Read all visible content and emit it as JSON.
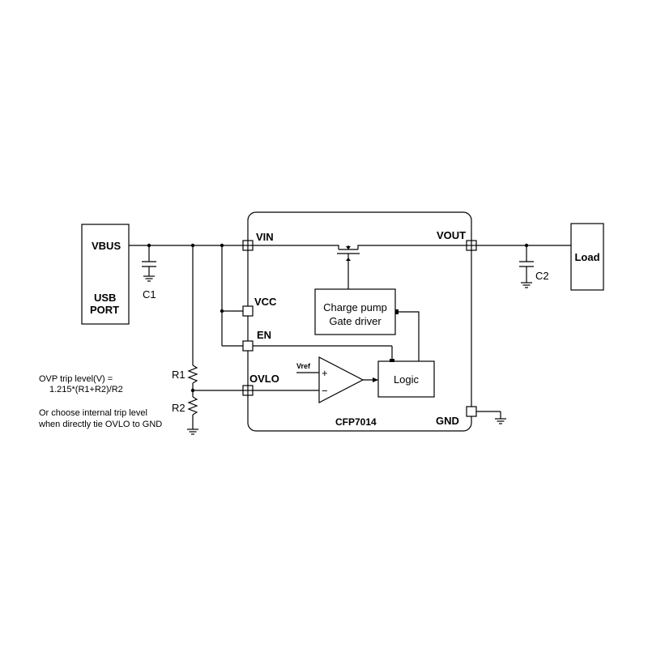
{
  "usb_port": {
    "pin_label": "VBUS",
    "label_line1": "USB",
    "label_line2": "PORT"
  },
  "chip": {
    "name": "CFP7014",
    "pins": {
      "vin": "VIN",
      "vcc": "VCC",
      "en": "EN",
      "ovlo": "OVLO",
      "vout": "VOUT",
      "gnd": "GND"
    }
  },
  "blocks": {
    "charge_pump_line1": "Charge pump",
    "charge_pump_line2": "Gate driver",
    "logic": "Logic",
    "comparator_ref": "Vref",
    "comparator_plus": "+",
    "comparator_minus": "−"
  },
  "components": {
    "c1": "C1",
    "c2": "C2",
    "r1": "R1",
    "r2": "R2",
    "load": "Load"
  },
  "notes": {
    "line1": "OVP trip level(V)  =",
    "line2": "1.215*(R1+R2)/R2",
    "line3": "Or choose internal trip level",
    "line4": "when directly tie OVLO to GND"
  }
}
